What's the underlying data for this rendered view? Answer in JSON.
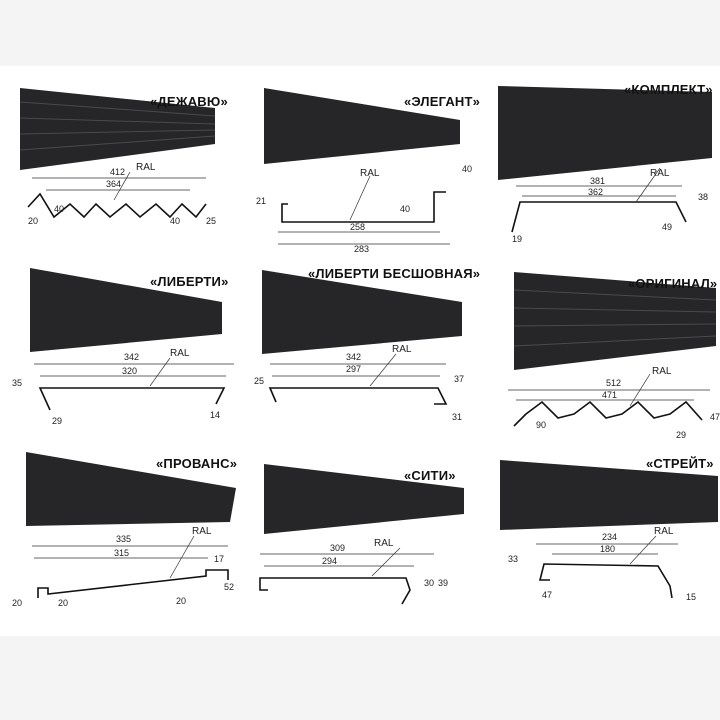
{
  "panels": [
    {
      "id": "dejavu",
      "title": "«ДЕЖАВЮ»",
      "ral": "RAL",
      "dims": [
        "412",
        "364",
        "20",
        "40",
        "40",
        "25"
      ]
    },
    {
      "id": "elegant",
      "title": "«ЭЛЕГАНТ»",
      "ral": "RAL",
      "dims": [
        "40",
        "21",
        "40",
        "258",
        "283"
      ]
    },
    {
      "id": "komplekt",
      "title": "«КОМПЛЕКТ»",
      "ral": "RAL",
      "dims": [
        "381",
        "362",
        "38",
        "49",
        "19"
      ]
    },
    {
      "id": "liberti",
      "title": "«ЛИБЕРТИ»",
      "ral": "RAL",
      "dims": [
        "342",
        "320",
        "35",
        "29",
        "14"
      ]
    },
    {
      "id": "liberti-bs",
      "title": "«ЛИБЕРТИ БЕСШОВНАЯ»",
      "ral": "RAL",
      "dims": [
        "342",
        "297",
        "25",
        "37",
        "31"
      ]
    },
    {
      "id": "original",
      "title": "«ОРИГИНАЛ»",
      "ral": "RAL",
      "dims": [
        "512",
        "471",
        "90",
        "47",
        "29"
      ]
    },
    {
      "id": "provans",
      "title": "«ПРОВАНС»",
      "ral": "RAL",
      "dims": [
        "335",
        "315",
        "17",
        "52",
        "20",
        "20",
        "20"
      ]
    },
    {
      "id": "siti",
      "title": "«СИТИ»",
      "ral": "RAL",
      "dims": [
        "309",
        "294",
        "30",
        "39"
      ]
    },
    {
      "id": "streit",
      "title": "«СТРЕЙТ»",
      "ral": "RAL",
      "dims": [
        "234",
        "180",
        "33",
        "47",
        "15"
      ]
    }
  ],
  "colors": {
    "board": "#262628",
    "page": "#ffffff",
    "background": "#f4f4f4"
  }
}
